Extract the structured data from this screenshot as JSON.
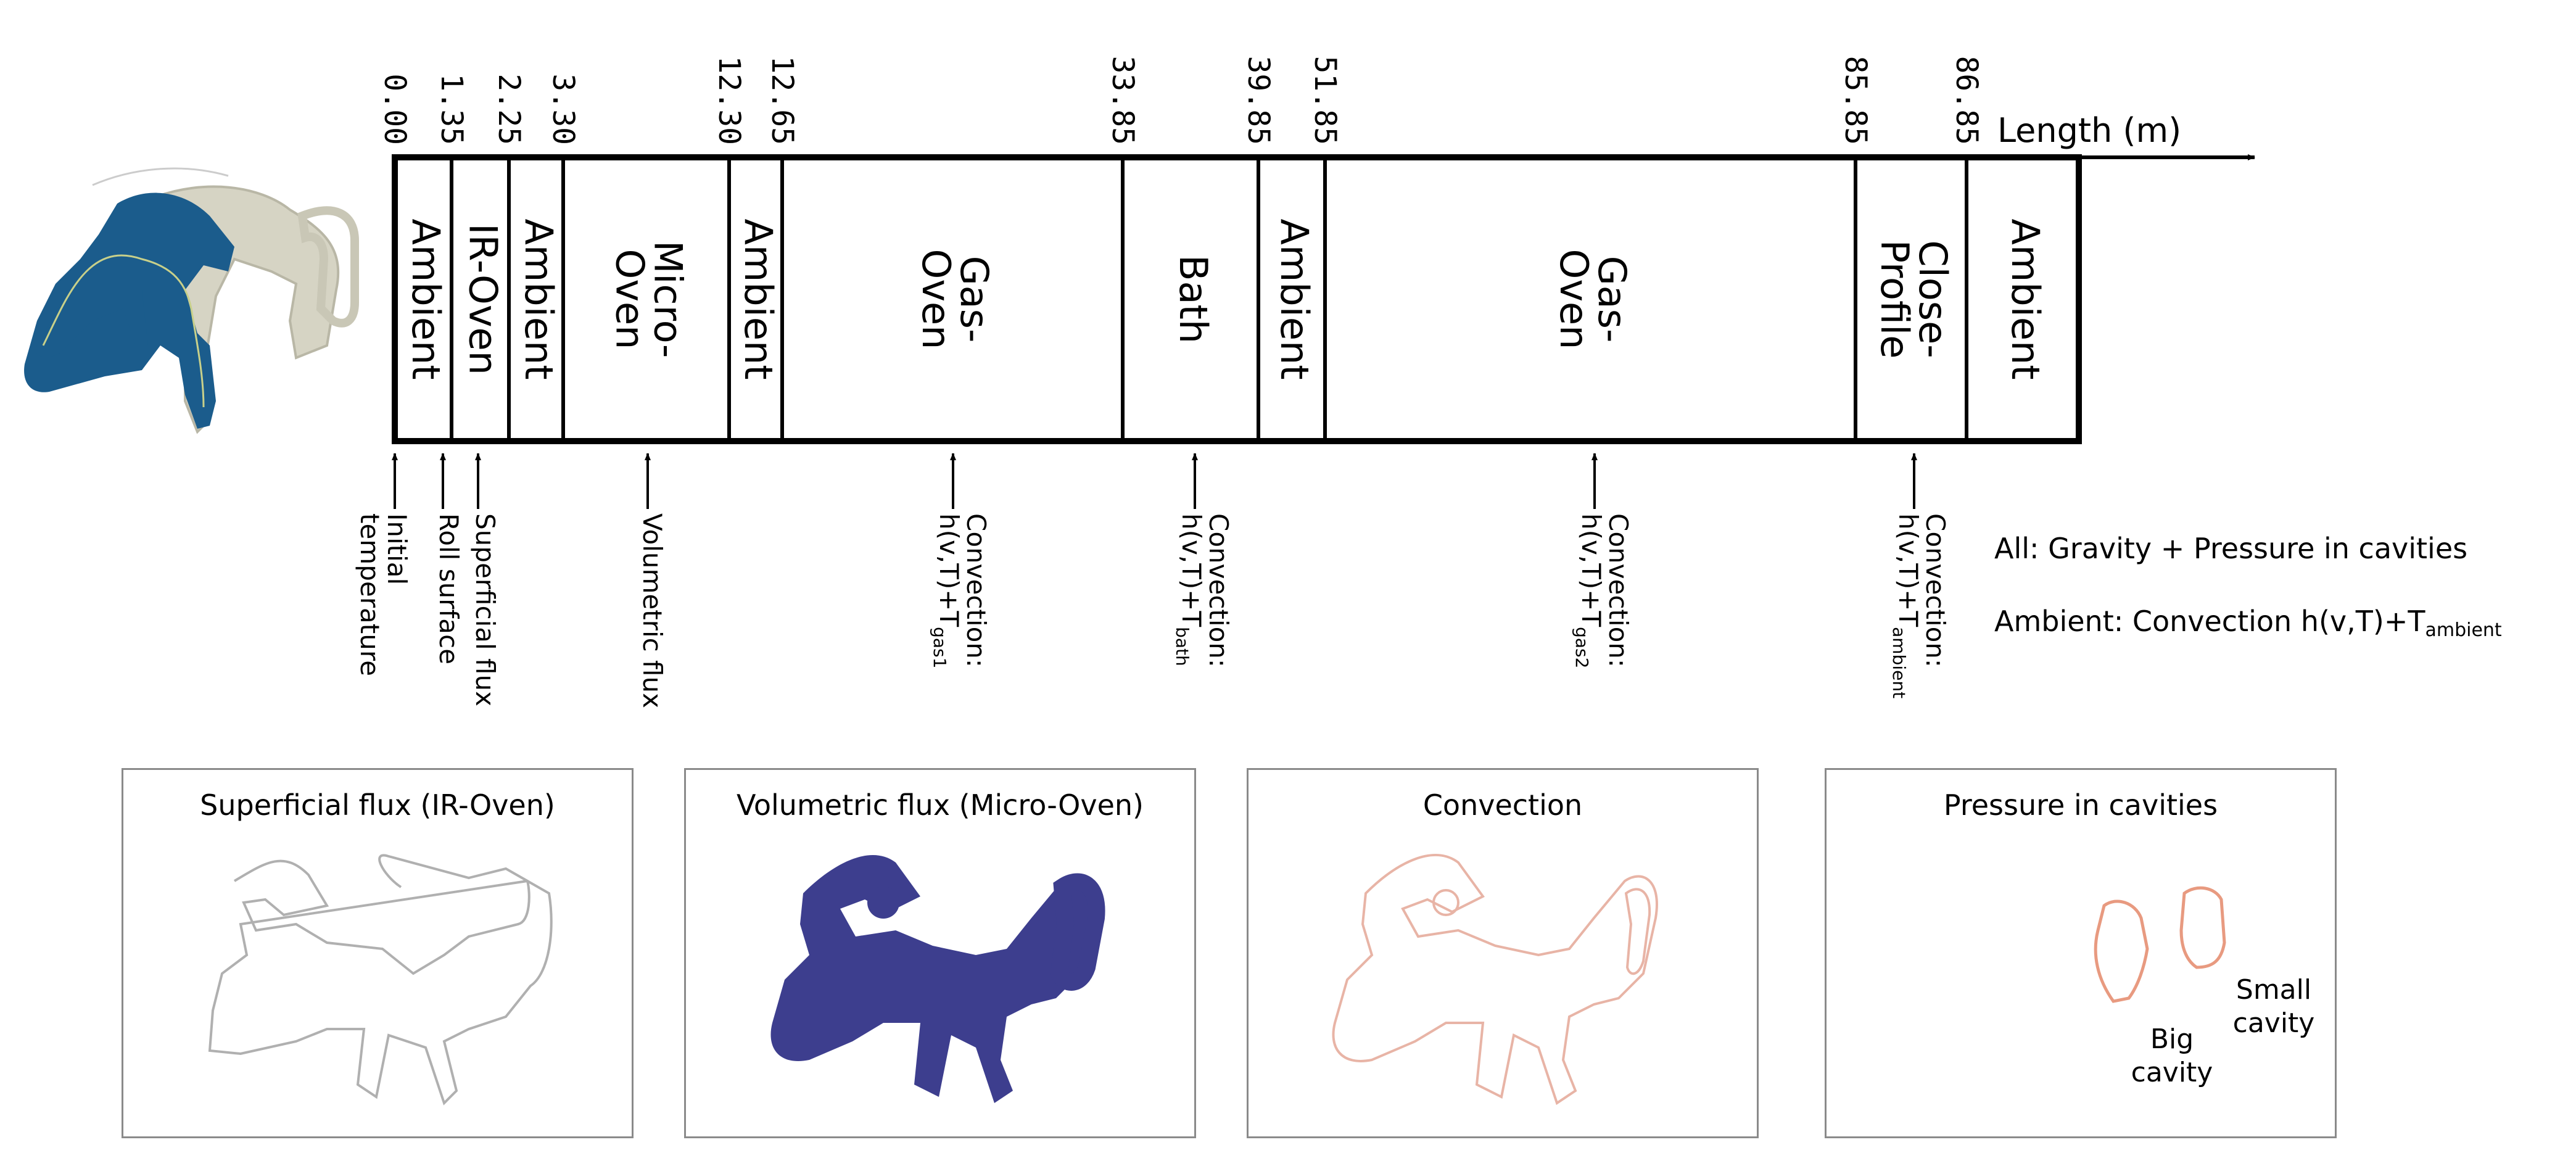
{
  "axis": {
    "label": "Length (m)"
  },
  "positions": [
    "0.00",
    "1.35",
    "2.25",
    "3.30",
    "12.30",
    "12.65",
    "33.85",
    "39.85",
    "51.85",
    "85.85",
    "86.85"
  ],
  "segments": [
    {
      "lines": [
        "Ambient"
      ]
    },
    {
      "lines": [
        "IR-Oven"
      ]
    },
    {
      "lines": [
        "Ambient"
      ]
    },
    {
      "lines": [
        "Micro-",
        "Oven"
      ]
    },
    {
      "lines": [
        "Ambient"
      ]
    },
    {
      "lines": [
        "Gas-",
        "Oven"
      ]
    },
    {
      "lines": [
        "Bath"
      ]
    },
    {
      "lines": [
        "Ambient"
      ]
    },
    {
      "lines": [
        "Gas-",
        "Oven"
      ]
    },
    {
      "lines": [
        "Close-",
        "Profile"
      ]
    },
    {
      "lines": [
        "Ambient"
      ]
    }
  ],
  "boundary_conditions": [
    {
      "lines": [
        "Initial",
        "temperature"
      ]
    },
    {
      "lines": [
        "Roll surface"
      ]
    },
    {
      "lines": [
        "Superficial flux"
      ]
    },
    {
      "lines": [
        "Volumetric flux"
      ]
    },
    {
      "lines": [
        "Convection:",
        "h(v,T)+T"
      ],
      "sub": "gas1"
    },
    {
      "lines": [
        "Convection:",
        "h(v,T)+T"
      ],
      "sub": "bath"
    },
    {
      "lines": [
        "Convection:",
        "h(v,T)+T"
      ],
      "sub": "gas2"
    },
    {
      "lines": [
        "Convection:",
        "h(v,T)+T"
      ],
      "sub": "ambient"
    }
  ],
  "notes": {
    "all": "All: Gravity + Pressure in cavities",
    "ambient_prefix": "Ambient: Convection h(v,T)+T",
    "ambient_sub": "ambient"
  },
  "panels": [
    {
      "title": "Superficial flux (IR-Oven)"
    },
    {
      "title": "Volumetric flux (Micro-Oven)"
    },
    {
      "title": "Convection"
    },
    {
      "title": "Pressure in cavities"
    }
  ],
  "cavities": {
    "big": "Big cavity",
    "small": "Small cavity"
  },
  "colors": {
    "profile_fill": "#1b5c8c",
    "profile_seal": "#d6d4c4",
    "volumetric_fill": "#3d3e8e",
    "superficial_outline": "#b0b0b0",
    "convection_outline": "#e8b4a6",
    "cavity_outline": "#e89a80"
  }
}
